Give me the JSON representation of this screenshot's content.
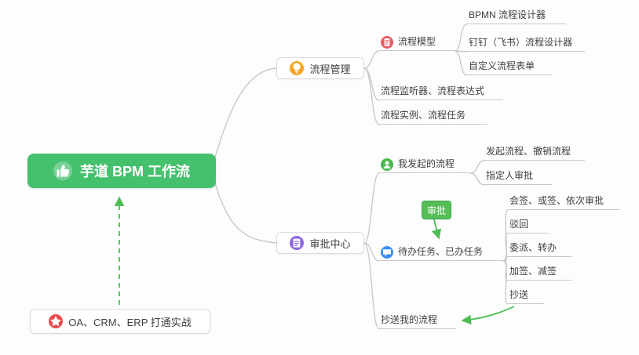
{
  "colors": {
    "root-green": "#45C16E",
    "line": "#c9c9c9",
    "arrow-green": "#4CBE54",
    "icon-orange": "#F7A524",
    "icon-purple": "#9168E0",
    "icon-red": "#ED5A65",
    "icon-green": "#4BB84F",
    "icon-blue": "#3D8EF5",
    "icon-star-red": "#EB4B4B",
    "tag-green": "#57BD57",
    "text": "#3f3f3f"
  },
  "root": {
    "label": "芋道 BPM 工作流"
  },
  "branches": {
    "process_management": {
      "label": "流程管理"
    },
    "approval_center": {
      "label": "审批中心"
    },
    "practice": {
      "label": "OA、CRM、ERP 打通实战"
    }
  },
  "leaves": {
    "process_model": {
      "label": "流程模型"
    },
    "bpmn_designer": {
      "label": "BPMN 流程设计器"
    },
    "dingtalk_designer": {
      "label": "钉钉（飞书）流程设计器"
    },
    "custom_form": {
      "label": "自定义流程表单"
    },
    "listener_expression": {
      "label": "流程监听器、流程表达式"
    },
    "instance_task": {
      "label": "流程实例、流程任务"
    },
    "my_initiated": {
      "label": "我发起的流程"
    },
    "initiate_cancel": {
      "label": "发起流程、撤销流程"
    },
    "assignee_approval": {
      "label": "指定人审批"
    },
    "todo_done": {
      "label": "待办任务、已办任务"
    },
    "countersign": {
      "label": "会签、或签、依次审批"
    },
    "reject": {
      "label": "驳回"
    },
    "delegate_transfer": {
      "label": "委派、转办"
    },
    "add_reduce_sign": {
      "label": "加签、减签"
    },
    "cc": {
      "label": "抄送"
    },
    "cc_my_process": {
      "label": "抄送我的流程"
    }
  },
  "callout": {
    "label": "审批"
  },
  "icons": {
    "root": "thumbs-up-icon",
    "process_management": "lightbulb-icon",
    "approval_center": "clipboard-icon",
    "process_model": "document-icon",
    "my_initiated": "user-icon",
    "todo_done": "chat-icon",
    "practice": "star-icon"
  }
}
